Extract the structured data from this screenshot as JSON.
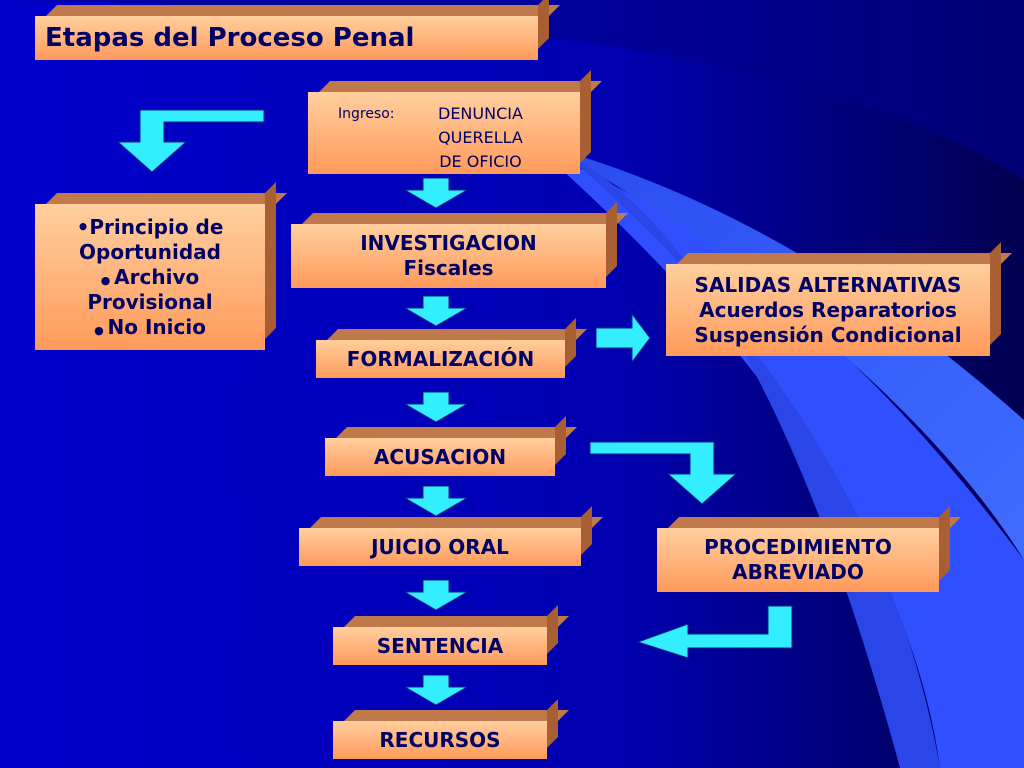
{
  "title": "Etapas del Proceso Penal",
  "ingreso": {
    "label": "Ingreso:",
    "items": [
      "DENUNCIA",
      "QUERELLA",
      "DE OFICIO"
    ]
  },
  "principio": {
    "line1": "•Principio de",
    "line2": "Oportunidad",
    "line3": "Archivo",
    "line4": "Provisional",
    "line5": "No Inicio"
  },
  "investigacion": {
    "line1": "INVESTIGACION",
    "line2": "Fiscales"
  },
  "salidas": {
    "line1": "SALIDAS ALTERNATIVAS",
    "line2": "Acuerdos Reparatorios",
    "line3": "Suspensión Condicional"
  },
  "formalizacion": "FORMALIZACIÓN",
  "acusacion": "ACUSACION",
  "juicio": "JUICIO ORAL",
  "procedimiento": {
    "line1": "PROCEDIMIENTO",
    "line2": "ABREVIADO"
  },
  "sentencia": "SENTENCIA",
  "recursos": "RECURSOS",
  "colors": {
    "background": "#0000c8",
    "box": "#ffb27a",
    "text": "#000066",
    "arrow": "#33eeff"
  }
}
